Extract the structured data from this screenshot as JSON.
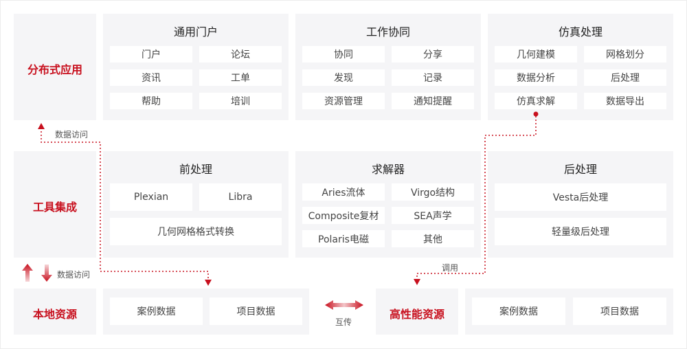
{
  "left": {
    "distributed": "分布式应用",
    "tools": "工具集成",
    "local": "本地资源"
  },
  "portal": {
    "title": "通用门户",
    "items": [
      "门户",
      "论坛",
      "资讯",
      "工单",
      "帮助",
      "培训"
    ]
  },
  "collab": {
    "title": "工作协同",
    "items": [
      "协同",
      "分享",
      "发现",
      "记录",
      "资源管理",
      "通知提醒"
    ]
  },
  "sim": {
    "title": "仿真处理",
    "items": [
      "几何建模",
      "网格划分",
      "数据分析",
      "后处理",
      "仿真求解",
      "数据导出"
    ]
  },
  "pre": {
    "title": "前处理",
    "items": [
      "Plexian",
      "Libra",
      "几何网格格式转换"
    ]
  },
  "solver": {
    "title": "求解器",
    "items": [
      "Aries流体",
      "Virgo结构",
      "Composite复材",
      "SEA声学",
      "Polaris电磁",
      "其他"
    ]
  },
  "post": {
    "title": "后处理",
    "items": [
      "Vesta后处理",
      "轻量级后处理"
    ]
  },
  "local_res": {
    "items": [
      "案例数据",
      "项目数据"
    ]
  },
  "hpc": {
    "title": "高性能资源",
    "items": [
      "案例数据",
      "项目数据"
    ]
  },
  "labels": {
    "data_access_top": "数据访问",
    "data_access_bottom": "数据访问",
    "mutual": "互传",
    "call": "调用"
  },
  "colors": {
    "accent": "#c8101e",
    "panel": "#f5f5f7",
    "cell": "#ffffff"
  }
}
